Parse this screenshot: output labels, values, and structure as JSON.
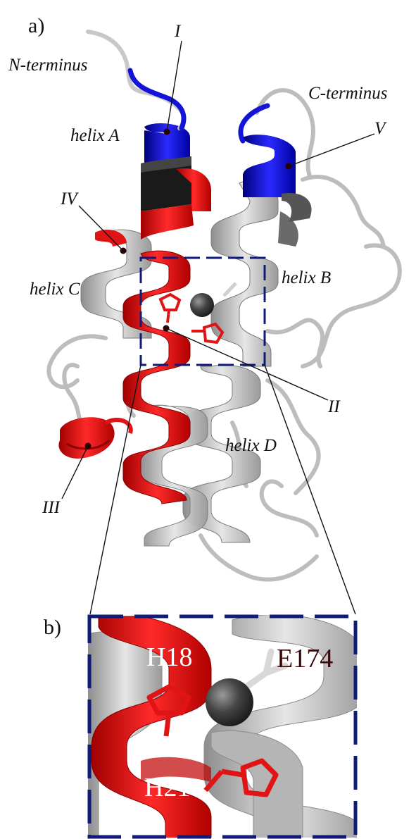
{
  "panel_a_label": "a)",
  "panel_b_label": "b)",
  "labels": {
    "n_terminus": "N-terminus",
    "c_terminus": "C-terminus",
    "helix_a": "helix A",
    "helix_b": "helix B",
    "helix_c": "helix C",
    "helix_d": "helix D",
    "site_i": "I",
    "site_ii": "II",
    "site_iii": "III",
    "site_iv": "IV",
    "site_v": "V"
  },
  "residues": {
    "h18": "H18",
    "h21": "H21",
    "e174": "E174"
  },
  "colors": {
    "blue": "#1414d8",
    "red": "#e01414",
    "black": "#1a1a1a",
    "grey": "#c8c8c8",
    "dark_grey": "#888888",
    "box": "#101a78",
    "metal": "#3a3a3a"
  }
}
